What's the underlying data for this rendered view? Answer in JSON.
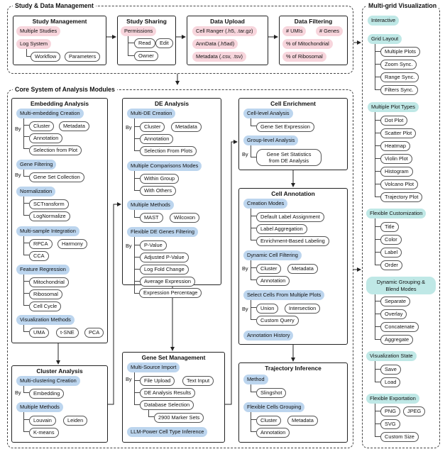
{
  "top": {
    "title": "Study & Data Management",
    "study_management": {
      "title": "Study Management",
      "multiple_studies": "Multiple Studies",
      "log_system": "Log System",
      "workflow": "Workflow",
      "parameters": "Parameters"
    },
    "study_sharing": {
      "title": "Study Sharing",
      "permissions": "Permissions",
      "read": "Read",
      "edit": "Edit",
      "owner": "Owner"
    },
    "data_upload": {
      "title": "Data Upload",
      "cell_ranger": "Cell Ranger (.h5, .tar.gz)",
      "anndata": "AnnData (.h5ad)",
      "metadata": "Metadata (.csv, .tsv)"
    },
    "data_filtering": {
      "title": "Data Filtering",
      "umis": "# UMIs",
      "genes": "# Genes",
      "mito": "% of Mitochondrial",
      "ribo": "% of Ribosomal"
    }
  },
  "core": {
    "title": "Core System of Analysis Modules",
    "by": "By",
    "embedding": {
      "title": "Embedding Analysis",
      "multi_embedding": "Multi-embedding Creation",
      "cluster": "Cluster",
      "metadata": "Metadata",
      "annotation": "Annotation",
      "selection_from_plot": "Selection from Plot",
      "gene_filtering": "Gene Filtering",
      "gene_set_collection": "Gene Set Collection",
      "normalization": "Normalization",
      "sctransform": "SCTransform",
      "lognormalize": "LogNormalize",
      "multi_sample": "Multi-sample Integration",
      "rpca": "RPCA",
      "harmony": "Harmony",
      "cca": "CCA",
      "feature_regression": "Feature Regression",
      "mitochondrial": "Mitochondrial",
      "ribosomal": "Ribosomal",
      "cell_cycle": "Cell Cycle",
      "visualization_methods": "Visualization Methods",
      "uma": "UMA",
      "tsne": "t-SNE",
      "pca": "PCA"
    },
    "cluster_analysis": {
      "title": "Cluster Analysis",
      "multi_clustering": "Multi-clustering Creation",
      "embedding": "Embedding",
      "multiple_methods": "Multiple Methods",
      "louvain": "Louvain",
      "leiden": "Leiden",
      "kmeans": "K-means"
    },
    "de": {
      "title": "DE Analysis",
      "multi_de": "Multi-DE Creation",
      "cluster": "Cluster",
      "metadata": "Metadata",
      "annotation": "Annotation",
      "selection_from_plots": "Selection From Plots",
      "multiple_comparisons": "Multiple Comparisons Modes",
      "within_group": "Within Group",
      "with_others": "With Others",
      "multiple_methods": "Multiple Methods",
      "mast": "MAST",
      "wilcoxon": "Wilcoxon",
      "flexible_filtering": "Flexible DE Genes Filtering",
      "p_value": "P-Value",
      "adj_p_value": "Adjusted P-Value",
      "log_fold": "Log Fold Change",
      "avg_expr": "Average Expression",
      "expr_pct": "Expression Percentage"
    },
    "gene_set": {
      "title": "Gene Set Management",
      "multi_source": "Multi-Source Import",
      "file_upload": "File Upload",
      "text_input": "Text Input",
      "de_results": "DE Analysis Results",
      "db_selection": "Database Selection",
      "marker_sets": "2900 Marker Sets",
      "llm": "LLM-Power Cell Type Inference"
    },
    "enrichment": {
      "title": "Cell Enrichment",
      "cell_level": "Cell-level Analysis",
      "gene_set_expr": "Gene Set Expression",
      "group_level": "Group-level Analysis",
      "gene_set_stats_1": "Gene Set Statistics",
      "gene_set_stats_2": "from DE Analysis"
    },
    "annotation": {
      "title": "Cell Annotation",
      "creation_modes": "Creation Modes",
      "default_label": "Default Label Assignment",
      "label_agg": "Label Aggregation",
      "enrichment_label": "Enrichment-Based Labeling",
      "dyn_filter": "Dynamic Cell Filtering",
      "cluster": "Cluster",
      "metadata": "Metadata",
      "annotation": "Annotation",
      "select_cells": "Select Cells From Multiple Plots",
      "union": "Union",
      "intersection": "Intersection",
      "custom_query": "Custom Query",
      "history": "Annotation History"
    },
    "trajectory": {
      "title": "Trajectory Inference",
      "method": "Method",
      "slingshot": "Slingshot",
      "flex_grouping": "Flexible Cells Grouping",
      "cluster": "Cluster",
      "metadata": "Metadata",
      "annotation": "Annotation"
    }
  },
  "mgv": {
    "title": "Multi-grid Visualization",
    "interactive": "Interactive",
    "grid_layout": "Grid Layout",
    "multiple_plots": "Multiple Plots",
    "zoom_sync": "Zoom Sync.",
    "range_sync": "Range Sync.",
    "filters_sync": "Filters Sync.",
    "plot_types": "Multiple Plot Types",
    "dot_plot": "Dot Plot",
    "scatter_plot": "Scatter Plot",
    "heatmap": "Heatmap",
    "violin_plot": "Violin Plot",
    "histogram": "Histogram",
    "volcano_plot": "Volcano Plot",
    "trajectory_plot": "Trajectory Plot",
    "flex_custom": "Flexible Customization",
    "title_item": "Title",
    "color": "Color",
    "label": "Label",
    "order": "Order",
    "dyn_group_1": "Dynamic Grouping &",
    "dyn_group_2": "Blend Modes",
    "separate": "Separate",
    "overlay": "Overlay",
    "concatenate": "Concatenate",
    "aggregate": "Aggregate",
    "vis_state": "Visualization State",
    "save": "Save",
    "load": "Load",
    "flex_export": "Flexible Exportation",
    "png": "PNG",
    "jpeg": "JPEG",
    "svg": "SVG",
    "custom_size": "Custom Size"
  }
}
